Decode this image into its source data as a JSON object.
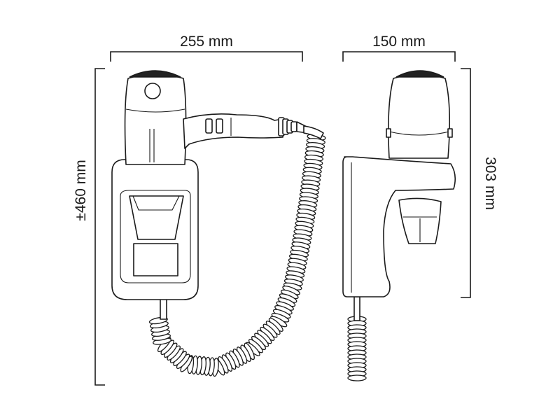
{
  "diagram": {
    "dimensions": {
      "front_width": "255 mm",
      "side_width": "150 mm",
      "total_height": "±460 mm",
      "side_height": "303 mm"
    },
    "colors": {
      "line": "#1a1a1a",
      "nozzle_cap": "#222222",
      "background": "#ffffff"
    },
    "views": [
      "front-view",
      "side-view"
    ]
  }
}
